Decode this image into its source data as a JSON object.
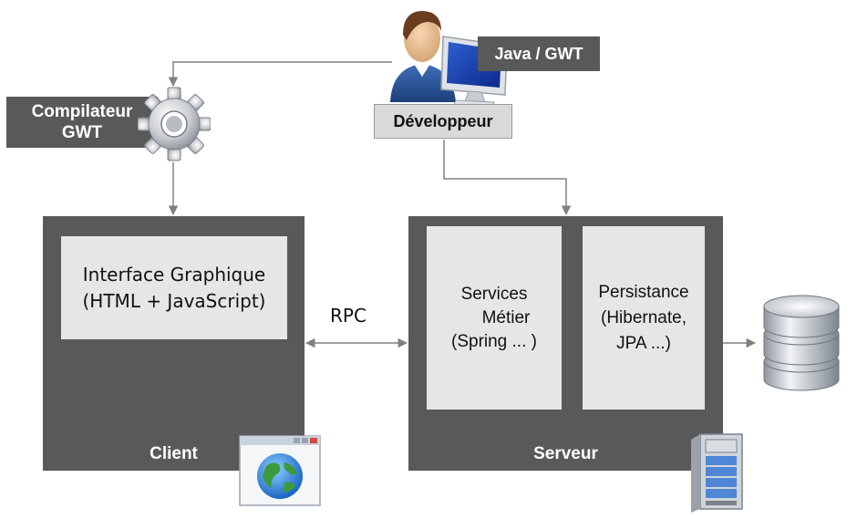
{
  "compiler": {
    "line1": "Compilateur",
    "line2": "GWT"
  },
  "developer": {
    "label": "Développeur",
    "tech": "Java / GWT"
  },
  "client": {
    "title": "Client",
    "ui_line1": "Interface Graphique",
    "ui_line2": "(HTML + JavaScript)"
  },
  "link": {
    "label": "RPC"
  },
  "server": {
    "title": "Serveur",
    "services_line1": "Services",
    "services_line2": "Métier",
    "services_line3": "(Spring ... )",
    "persistence_line1": "Persistance",
    "persistence_line2": "(Hibernate,",
    "persistence_line3": "JPA ...)"
  },
  "colors": {
    "box_dark": "#595959",
    "box_light": "#e6e6e6",
    "arrow": "#808080"
  }
}
